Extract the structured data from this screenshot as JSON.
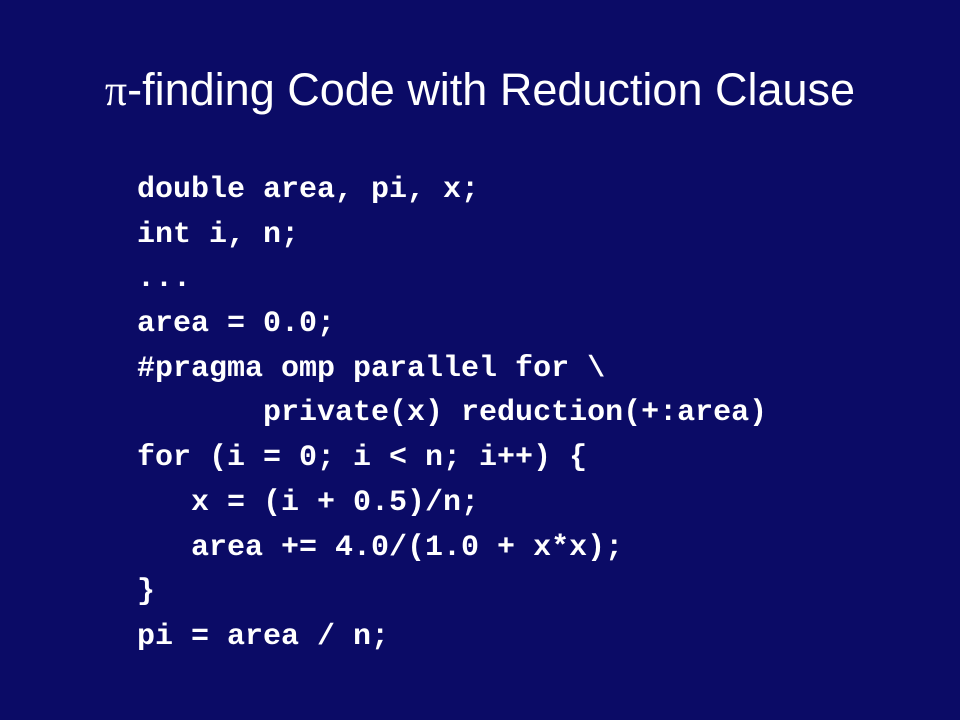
{
  "slide": {
    "title_symbol": "π",
    "title_text": "-finding Code with Reduction Clause",
    "code_lines": [
      "double area, pi, x;",
      "int i, n;",
      "...",
      "area = 0.0;",
      "#pragma omp parallel for \\",
      "       private(x) reduction(+:area)",
      "for (i = 0; i < n; i++) {",
      "   x = (i + 0.5)/n;",
      "   area += 4.0/(1.0 + x*x);",
      "}",
      "pi = area / n;"
    ]
  }
}
